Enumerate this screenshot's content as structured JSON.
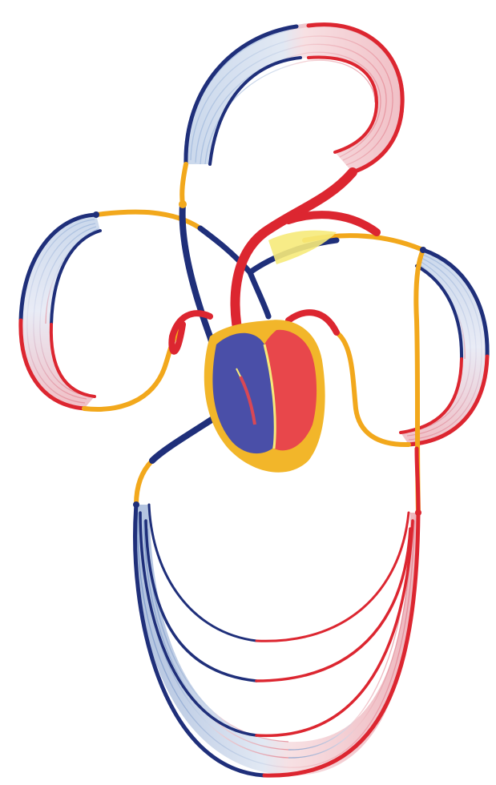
{
  "diagram": {
    "kind": "circulatory-system",
    "labels": [],
    "colors": {
      "background": "#ffffff",
      "oxygenated": "#dc2630",
      "deoxygenated": "#1f2f7a",
      "heart_right": "#4a4fa8",
      "heart_left": "#e8474b",
      "lymph": "#f2a81c",
      "outline": "#f2b62a",
      "capillary_red": "#e07a88",
      "capillary_blue": "#6f8fc4"
    },
    "parts": [
      "heart",
      "head-capillary-bed",
      "left-arm-capillary-bed",
      "right-arm-capillary-bed",
      "lower-body-capillary-beds",
      "aorta",
      "venae-cavae",
      "lymphatic-vessels"
    ]
  }
}
